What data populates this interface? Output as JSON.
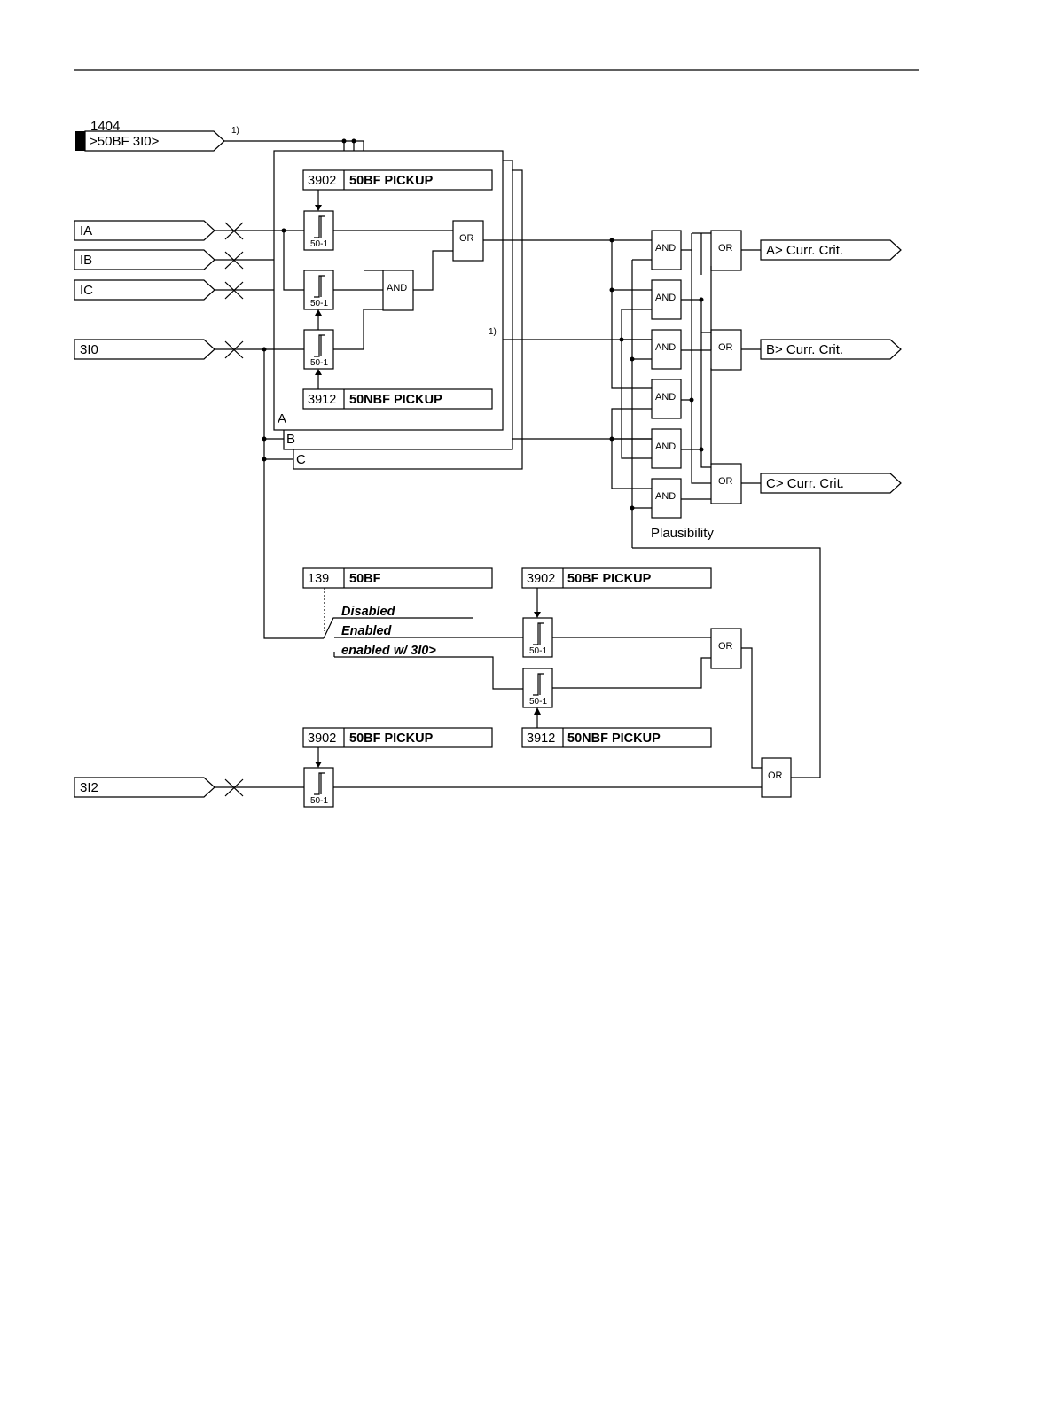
{
  "binary_input": {
    "number": "1404",
    "label": ">50BF 3I0>"
  },
  "footnote_mark": "1)",
  "inputs": {
    "ia": "IA",
    "ib": "IB",
    "ic": "IC",
    "i0": "3I0",
    "i2": "3I2"
  },
  "params": {
    "p3902_top": {
      "number": "3902",
      "name": "50BF PICKUP"
    },
    "p3912_top": {
      "number": "3912",
      "name": "50NBF PICKUP"
    },
    "p139": {
      "number": "139",
      "name": "50BF"
    },
    "p3902_mid": {
      "number": "3902",
      "name": "50BF PICKUP"
    },
    "p3902_low": {
      "number": "3902",
      "name": "50BF PICKUP"
    },
    "p3912_low": {
      "number": "3912",
      "name": "50NBF PICKUP"
    }
  },
  "phase_frames": {
    "a": "A",
    "b": "B",
    "c": "C"
  },
  "threshold_label": "50-1",
  "gates": {
    "and": "AND",
    "or": "OR"
  },
  "outputs": {
    "a": "A> Curr. Crit.",
    "b": "B> Curr. Crit.",
    "c": "C> Curr. Crit."
  },
  "plausibility": "Plausibility",
  "switch_options": {
    "disabled": "Disabled",
    "enabled": "Enabled",
    "enabled_3i0": "enabled w/ 3I0>"
  }
}
